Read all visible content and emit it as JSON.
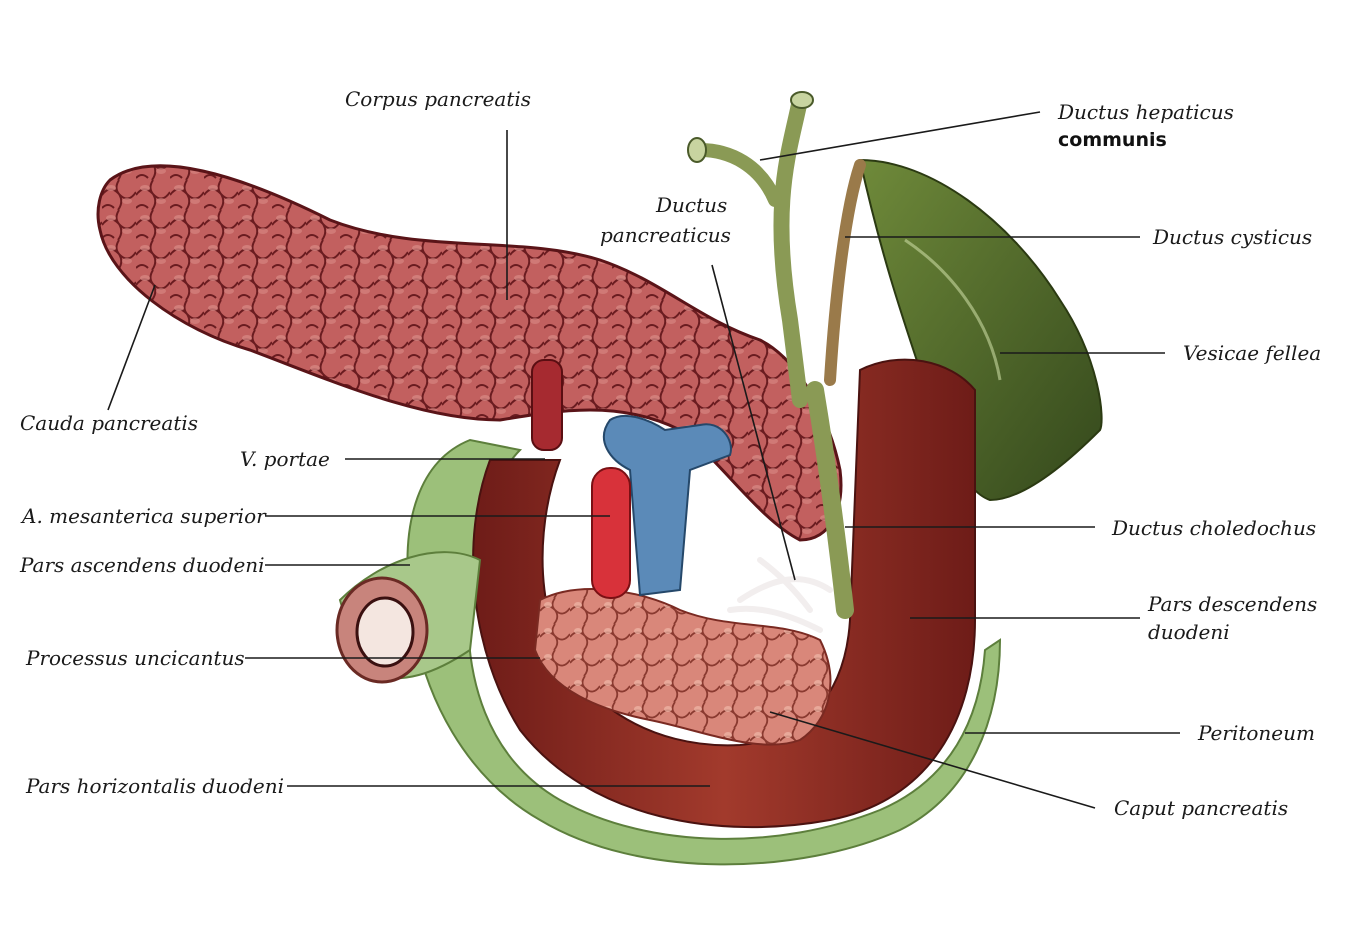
{
  "labels": {
    "corpus_pancreatis": "Corpus pancreatis",
    "ductus_hepaticus": "Ductus hepaticus",
    "communis": "communis",
    "ductus_pancreaticus_1": "Ductus",
    "ductus_pancreaticus_2": "pancreaticus",
    "ductus_cysticus": "Ductus cysticus",
    "vesicae_fellea": "Vesicae fellea",
    "cauda_pancreatis": "Cauda pancreatis",
    "v_portae": "V. portae",
    "a_mesanterica_superior": "A. mesanterica superior",
    "pars_ascendens_duodeni": "Pars ascendens duodeni",
    "ductus_choledochus": "Ductus choledochus",
    "pars_descendens_1": "Pars descendens",
    "pars_descendens_2": "duodeni",
    "processus_uncicantus": "Processus uncicantus",
    "peritoneum": "Peritoneum",
    "pars_horizontalis_duodeni": "Pars horizontalis duodeni",
    "caput_pancreatis": "Caput pancreatis"
  },
  "colors": {
    "pancreas": "#b8585a",
    "pancreas_dark": "#6e1e22",
    "duodenum": "#8a2a22",
    "peritoneum": "#9cc07a",
    "bile_duct": "#8a9a55",
    "gallbladder": "#4e6a2c",
    "vein": "#5b8ab8",
    "artery": "#d8323a",
    "text": "#1a1a1a"
  }
}
